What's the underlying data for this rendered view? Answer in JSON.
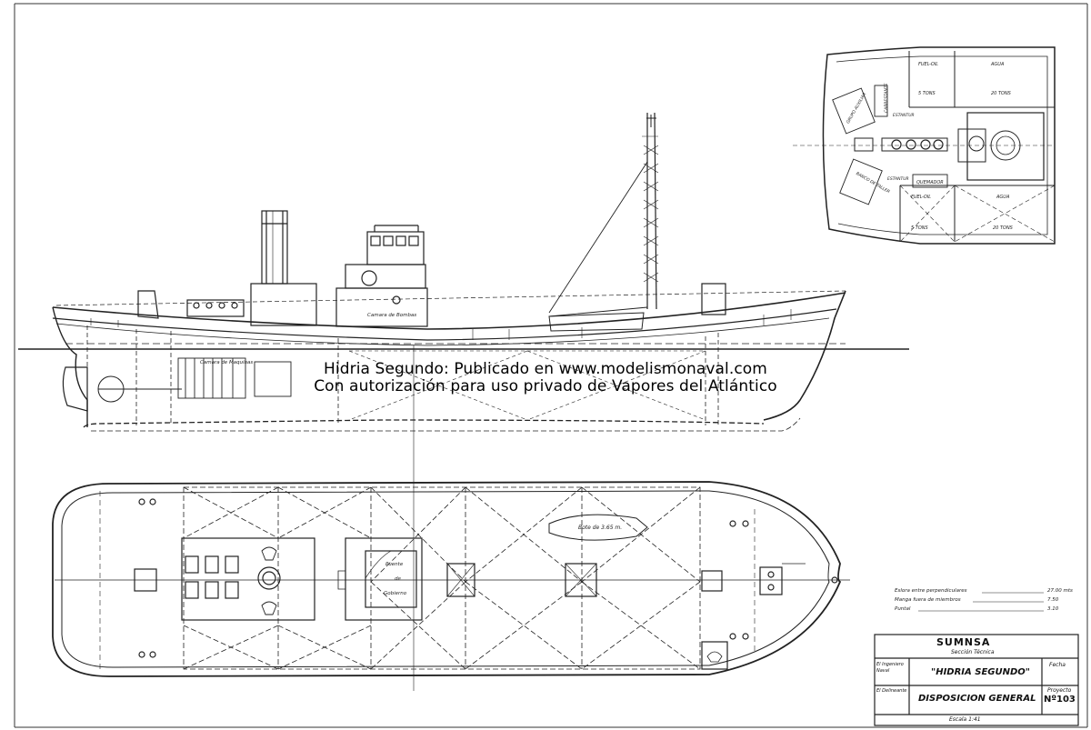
{
  "watermark": {
    "line1": "Hidria Segundo: Publicado en www.modelismonaval.com",
    "line2": "Con autorización para uso privado de Vapores del Atlántico"
  },
  "profile_labels": {
    "camara_bombas": "Camara de Bombas",
    "camara_maquinas": "Camara de Maquinas"
  },
  "plan_labels": {
    "bote": "Bote de 3.65 m.",
    "puente": "Puente",
    "de": "de",
    "gobierno": "Gobierno"
  },
  "engine_room": {
    "fuel_oil_top": "FUEL-OIL",
    "fuel_oil_top_tons": "5 TONS",
    "agua_top": "AGUA",
    "agua_top_tons": "20 TONS",
    "grupo_auxiliar": "GRUPO AUXILIAR",
    "cabrestante": "CABRESTANTE",
    "estantur_top": "ESTANTUR",
    "estantur_bottom": "ESTANTUR",
    "banco_taller": "BANCO DE TALLER",
    "quemador": "QUEMADOR",
    "fuel_oil_bottom": "FUEL-OIL",
    "fuel_oil_bottom_tons": "5 TONS",
    "agua_bottom": "AGUA",
    "agua_bottom_tons": "20 TONS"
  },
  "dimensions": [
    {
      "label": "Eslora entre perpendiculares",
      "value": "27.00 mts"
    },
    {
      "label": "Manga fuera de miembros",
      "value": "7.50"
    },
    {
      "label": "Puntal",
      "value": "3.10"
    }
  ],
  "title_block": {
    "company": "SUMNSA",
    "section": "Sección Técnica",
    "ingeniero": "El Ingeniero Naval",
    "delineante": "El Delineante",
    "fecha_label": "Fecha",
    "ship_name": "\"HIDRIA SEGUNDO\"",
    "drawing_title": "DISPOSICION GENERAL",
    "proyecto_label": "Proyecto",
    "number": "Nº103",
    "scale": "Escala 1:41"
  }
}
